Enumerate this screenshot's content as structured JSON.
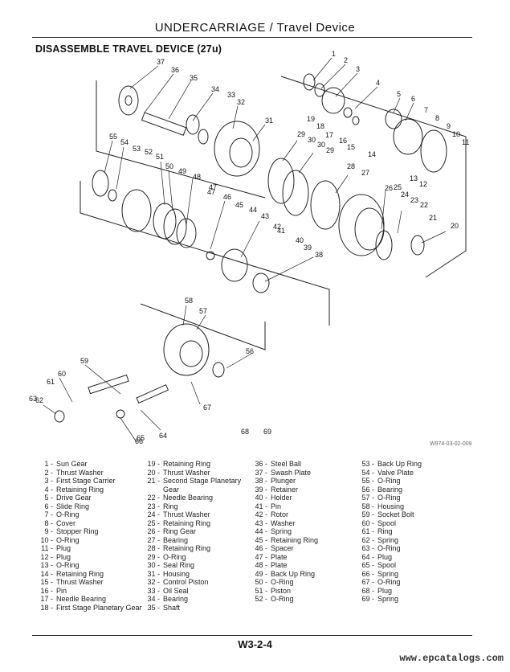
{
  "header": {
    "title": "UNDERCARRIAGE / Travel Device"
  },
  "section": {
    "title": "DISASSEMBLE TRAVEL DEVICE (27u)"
  },
  "figure": {
    "code": "W974-03-02-009",
    "callouts": [
      "1",
      "2",
      "3",
      "4",
      "5",
      "6",
      "7",
      "8",
      "9",
      "10",
      "11",
      "12",
      "13",
      "14",
      "15",
      "16",
      "17",
      "18",
      "19",
      "20",
      "21",
      "22",
      "23",
      "24",
      "25",
      "26",
      "27",
      "28",
      "29",
      "29",
      "30",
      "30",
      "31",
      "32",
      "33",
      "34",
      "35",
      "36",
      "37",
      "38",
      "39",
      "40",
      "41",
      "42",
      "43",
      "44",
      "45",
      "46",
      "47",
      "47",
      "48",
      "49",
      "50",
      "51",
      "52",
      "53",
      "54",
      "55",
      "56",
      "57",
      "58",
      "59",
      "60",
      "61",
      "62",
      "63",
      "64",
      "65",
      "66",
      "67",
      "68",
      "69"
    ]
  },
  "legend": {
    "col1": [
      {
        "num": "1 -",
        "text": "Sun Gear"
      },
      {
        "num": "2 -",
        "text": "Thrust Washer"
      },
      {
        "num": "3 -",
        "text": "First Stage Carrier"
      },
      {
        "num": "4 -",
        "text": "Retaining Ring"
      },
      {
        "num": "5 -",
        "text": "Drive Gear"
      },
      {
        "num": "6 -",
        "text": "Slide Ring"
      },
      {
        "num": "7 -",
        "text": "O-Ring"
      },
      {
        "num": "8 -",
        "text": "Cover"
      },
      {
        "num": "9 -",
        "text": "Stopper Ring"
      },
      {
        "num": "10 -",
        "text": "O-Ring"
      },
      {
        "num": "11 -",
        "text": "Plug"
      },
      {
        "num": "12 -",
        "text": "Plug"
      },
      {
        "num": "13 -",
        "text": "O-Ring"
      },
      {
        "num": "14 -",
        "text": "Retaining Ring"
      },
      {
        "num": "15 -",
        "text": "Thrust Washer"
      },
      {
        "num": "16 -",
        "text": "Pin"
      },
      {
        "num": "17 -",
        "text": "Needle Bearing"
      },
      {
        "num": "18 -",
        "text": "First Stage Planetary Gear"
      }
    ],
    "col2": [
      {
        "num": "19 -",
        "text": "Retaining Ring"
      },
      {
        "num": "20 -",
        "text": "Thrust Washer"
      },
      {
        "num": "21 -",
        "text": "Second Stage Planetary\nGear"
      },
      {
        "num": "22 -",
        "text": "Needle Bearing"
      },
      {
        "num": "23 -",
        "text": "Ring"
      },
      {
        "num": "24 -",
        "text": "Thrust Washer"
      },
      {
        "num": "25 -",
        "text": "Retaining Ring"
      },
      {
        "num": "26 -",
        "text": "Ring Gear"
      },
      {
        "num": "27 -",
        "text": "Bearing"
      },
      {
        "num": "28 -",
        "text": "Retaining Ring"
      },
      {
        "num": "29 -",
        "text": "O-Ring"
      },
      {
        "num": "30 -",
        "text": "Seal Ring"
      },
      {
        "num": "31 -",
        "text": "Housing"
      },
      {
        "num": "32 -",
        "text": "Control Piston"
      },
      {
        "num": "33 -",
        "text": "Oil Seal"
      },
      {
        "num": "34 -",
        "text": "Bearing"
      },
      {
        "num": "35 -",
        "text": "Shaft"
      }
    ],
    "col3": [
      {
        "num": "36 -",
        "text": "Steel Ball"
      },
      {
        "num": "37 -",
        "text": "Swash Plate"
      },
      {
        "num": "38 -",
        "text": "Plunger"
      },
      {
        "num": "39 -",
        "text": "Retainer"
      },
      {
        "num": "40 -",
        "text": "Holder"
      },
      {
        "num": "41 -",
        "text": "Pin"
      },
      {
        "num": "42 -",
        "text": "Rotor"
      },
      {
        "num": "43 -",
        "text": "Washer"
      },
      {
        "num": "44 -",
        "text": "Spring"
      },
      {
        "num": "45 -",
        "text": "Retaining Ring"
      },
      {
        "num": "46 -",
        "text": "Spacer"
      },
      {
        "num": "47 -",
        "text": "Plate"
      },
      {
        "num": "48 -",
        "text": "Plate"
      },
      {
        "num": "49 -",
        "text": "Back Up Ring"
      },
      {
        "num": "50 -",
        "text": "O-Ring"
      },
      {
        "num": "51 -",
        "text": "Piston"
      },
      {
        "num": "52 -",
        "text": "O-Ring"
      }
    ],
    "col4": [
      {
        "num": "53 -",
        "text": "Back Up Ring"
      },
      {
        "num": "54 -",
        "text": "Valve Plate"
      },
      {
        "num": "55 -",
        "text": "O-Ring"
      },
      {
        "num": "56 -",
        "text": "Bearing"
      },
      {
        "num": "57 -",
        "text": "O-Ring"
      },
      {
        "num": "58 -",
        "text": "Housing"
      },
      {
        "num": "59 -",
        "text": "Socket Bolt"
      },
      {
        "num": "60 -",
        "text": "Spool"
      },
      {
        "num": "61 -",
        "text": "Ring"
      },
      {
        "num": "62 -",
        "text": "Spring"
      },
      {
        "num": "63 -",
        "text": "O-Ring"
      },
      {
        "num": "64 -",
        "text": "Plug"
      },
      {
        "num": "65 -",
        "text": "Spool"
      },
      {
        "num": "66 -",
        "text": "Spring"
      },
      {
        "num": "67 -",
        "text": "O-Ring"
      },
      {
        "num": "68 -",
        "text": "Plug"
      },
      {
        "num": "69 -",
        "text": "Spring"
      }
    ]
  },
  "footer": {
    "page": "W3-2-4",
    "site": "www.epcatalogs.com"
  }
}
